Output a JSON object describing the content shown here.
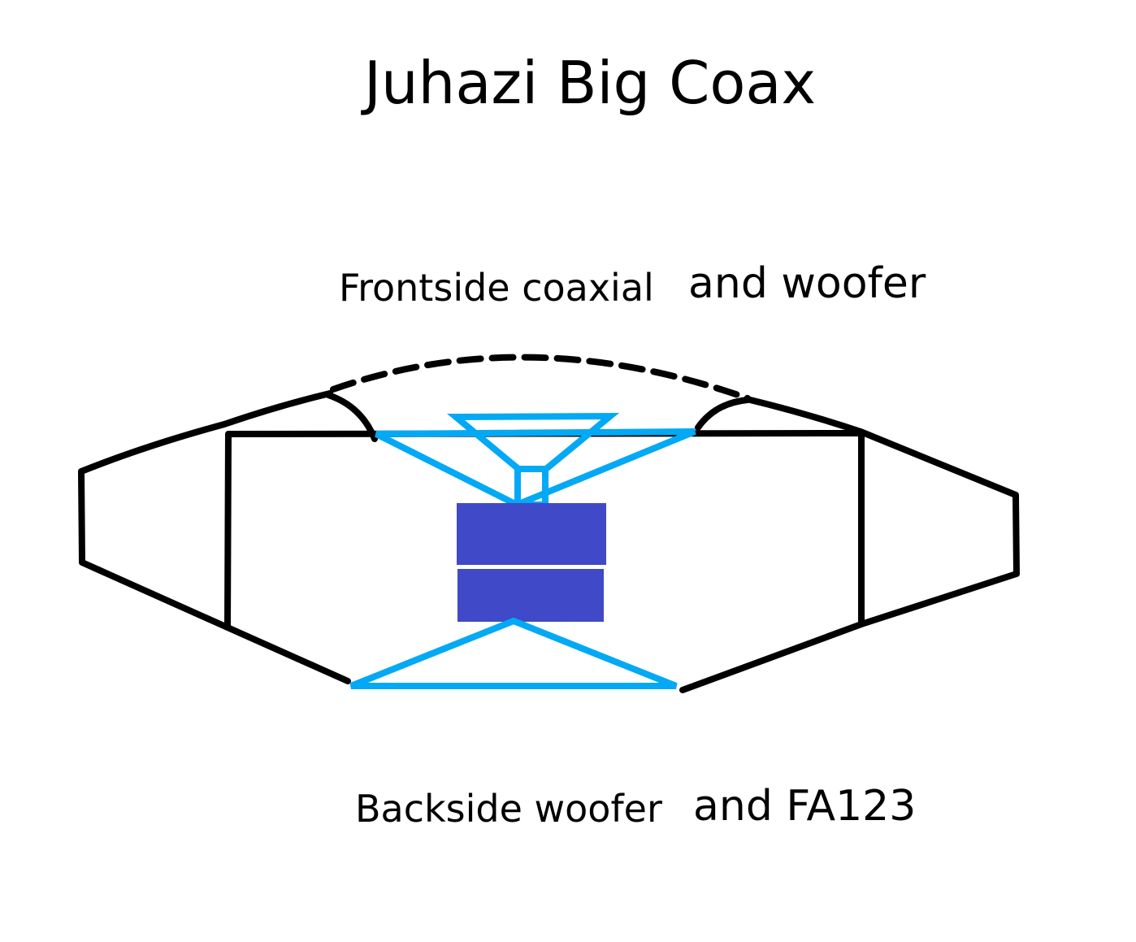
{
  "diagram": {
    "title": "Juhazi Big Coax",
    "front_label_part1": "Frontside coaxial",
    "front_label_part2": "and woofer",
    "back_label_part1": "Backside woofer",
    "back_label_part2": "and FA123"
  },
  "colors": {
    "background": "#ffffff",
    "outline": "#000000",
    "driver_outline": "#03a9f4",
    "magnet": "#4049c8"
  }
}
